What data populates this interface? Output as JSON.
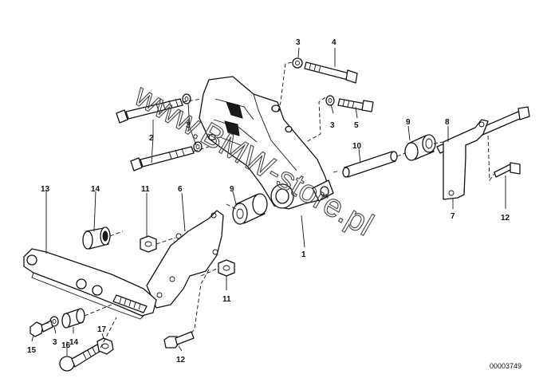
{
  "diagram": {
    "watermark": "www.BMW-store.pl",
    "drawing_number": "00003749",
    "callouts": [
      "1",
      "2",
      "3",
      "3",
      "3",
      "3",
      "4",
      "5",
      "6",
      "7",
      "8",
      "9",
      "9",
      "10",
      "11",
      "11",
      "12",
      "12",
      "13",
      "14",
      "14",
      "15",
      "16",
      "17"
    ]
  }
}
